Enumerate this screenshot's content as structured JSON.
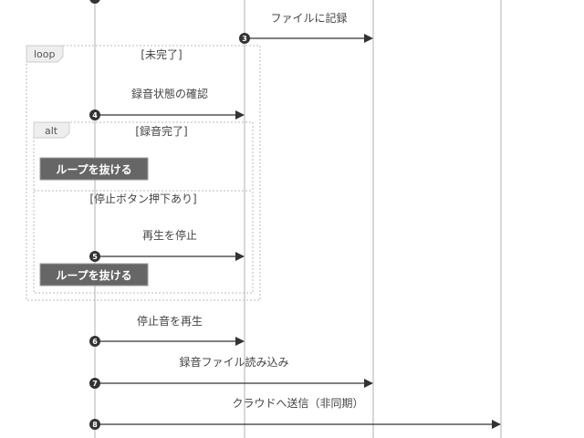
{
  "colors": {
    "lifeline": "#cccccc",
    "arrow": "#333333",
    "note_fill": "#666666",
    "frame": "#bbbbbb"
  },
  "messages": [
    {
      "number": "3",
      "label": "ファイルに記録"
    },
    {
      "number": "4",
      "label": "録音状態の確認"
    },
    {
      "number": "5",
      "label": "再生を停止"
    },
    {
      "number": "6",
      "label": "停止音を再生"
    },
    {
      "number": "7",
      "label": "録音ファイル読み込み"
    },
    {
      "number": "8",
      "label": "クラウドへ送信（非同期）"
    }
  ],
  "loop": {
    "keyword": "loop",
    "condition": "[未完了]"
  },
  "alt": {
    "keyword": "alt",
    "condition1": "[録音完了]",
    "condition2": "[停止ボタン押下あり]"
  },
  "notes": [
    "ループを抜ける",
    "ループを抜ける"
  ]
}
